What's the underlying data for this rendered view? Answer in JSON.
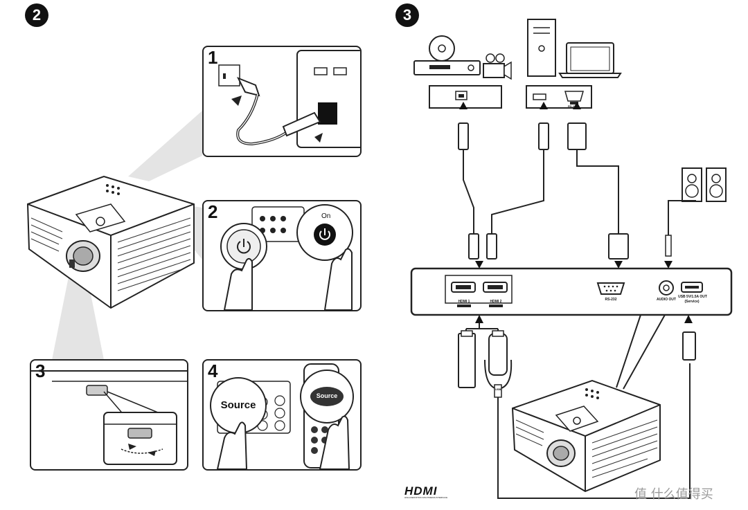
{
  "left": {
    "section_number": "2",
    "steps": [
      {
        "number": "1"
      },
      {
        "number": "2",
        "on_label": "On"
      },
      {
        "number": "3"
      },
      {
        "number": "4",
        "button_label": "Source",
        "remote_button_label": "Source"
      }
    ]
  },
  "right": {
    "section_number": "3",
    "ports": {
      "hdmi1": "HDMI 1",
      "hdmi2": "HDMI 2",
      "rs232": "RS-232",
      "audio_out": "AUDIO OUT",
      "usb": "USB 5V/1.5A OUT",
      "usb_sub": "(Service)",
      "rs232_small": "RS-232",
      "usb_cable": "USB"
    },
    "hdmi_logo": "HDMI",
    "hdmi_logo_sub": "HIGH-DEFINITION MULTIMEDIA INTERFACE",
    "watermark": "值 什么值得买"
  }
}
